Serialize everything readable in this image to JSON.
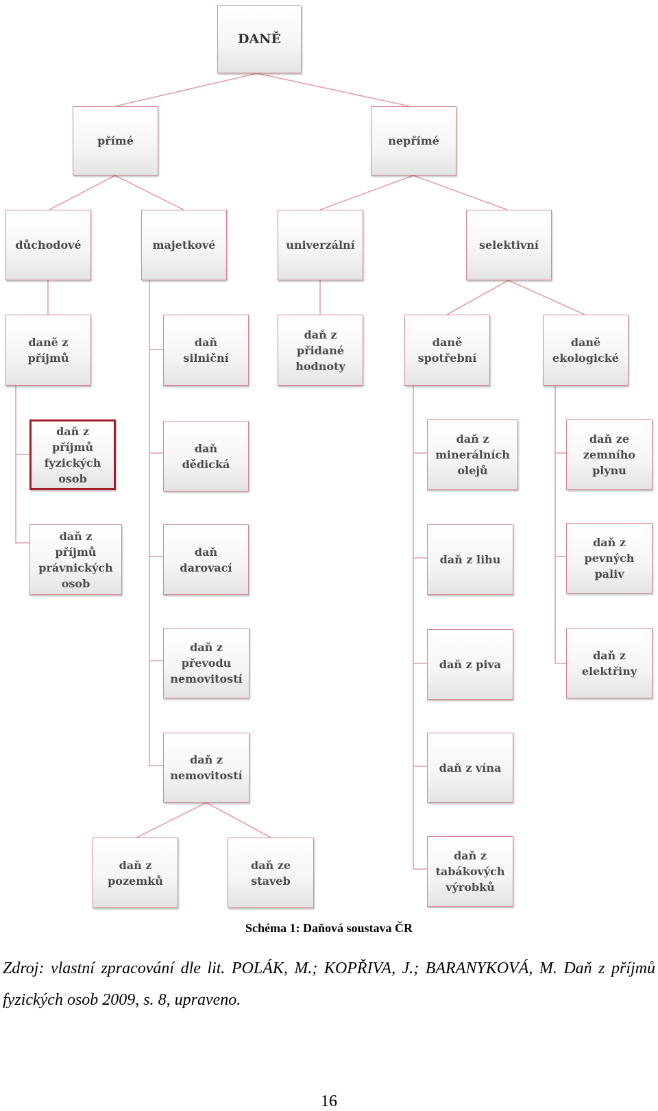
{
  "diagram": {
    "nodes": {
      "root": "DANĚ",
      "prime": "přímé",
      "neprime": "nepřímé",
      "duchodove": "důchodové",
      "majetkove": "majetkové",
      "univerzalni": "univerzální",
      "selektivni": "selektivní",
      "dane_z_prijmu": "daně z\npříjmů",
      "dan_silnicni": "daň\nsilniční",
      "dan_z_pridane_hodnoty": "daň z\npřidané\nhodnoty",
      "dane_spotrebni": "daně\nspotřební",
      "dane_ekologicke": "daně\nekologické",
      "dan_z_prijmu_fo": "daň z\npříjmů\nfyzických\nosob",
      "dan_z_prijmu_po": "daň z\npříjmů\nprávnických\nosob",
      "dan_dedicka": "daň\ndědická",
      "dan_darovaci": "daň\ndarovací",
      "dan_z_prevodu_nemovitosti": "daň z\npřevodu\nnemovitostí",
      "dan_z_nemovitosti": "daň z\nnemovitostí",
      "dan_z_pozemku": "daň z\npozemků",
      "dan_ze_staveb": "daň ze\nstaveb",
      "dan_z_mineralnich_oleju": "daň z\nminerálních\nolejů",
      "dan_z_lihu": "daň z lihu",
      "dan_z_piva": "daň z piva",
      "dan_z_vina": "daň z vína",
      "dan_z_tabakovych_vyrobku": "daň z\ntabákových\nvýrobků",
      "dan_ze_zemniho_plynu": "daň ze\nzemního\nplynu",
      "dan_z_pevnych_paliv": "daň z\npevných\npaliv",
      "dan_z_elektriny": "daň z\nelektřiny"
    },
    "selected_node": "dan_z_prijmu_fo",
    "colors": {
      "node_border": "#d58a8f",
      "selected_border": "#a31d27",
      "connector": "#e3a0a4",
      "text": "#4a4a4a"
    }
  },
  "caption": "Schéma 1: Daňová soustava ČR",
  "source": "Zdroj: vlastní zpracování dle lit. POLÁK, M.; KOPŘIVA, J.; BARANYKOVÁ, M. Daň z příjmů fyzických osob 2009, s. 8, upraveno.",
  "page_number": "16"
}
